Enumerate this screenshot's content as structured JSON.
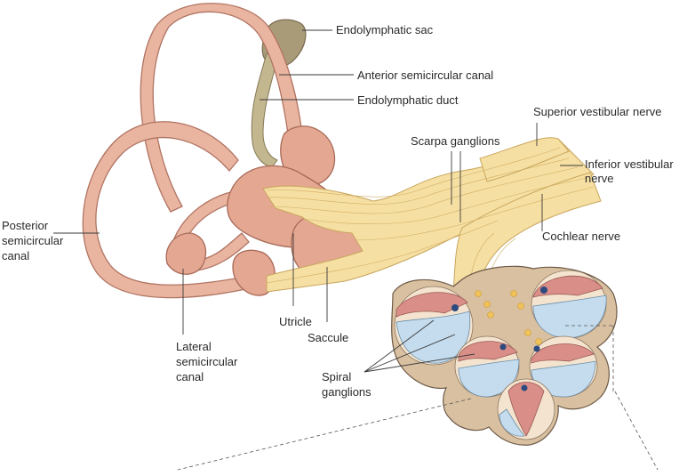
{
  "labels": {
    "endolymphatic_sac": "Endolymphatic sac",
    "anterior_canal": "Anterior semicircular canal",
    "endolymphatic_duct": "Endolymphatic duct",
    "superior_vestibular_nerve": "Superior vestibular nerve",
    "scarpa_ganglions": "Scarpa ganglions",
    "inferior_vestibular_nerve": [
      "Inferior vestibular",
      "nerve"
    ],
    "cochlear_nerve": "Cochlear nerve",
    "posterior_canal": [
      "Posterior",
      "semicircular",
      "canal"
    ],
    "utricle": "Utricle",
    "saccule": "Saccule",
    "lateral_canal": [
      "Lateral",
      "semicircular",
      "canal"
    ],
    "spiral_ganglions": [
      "Spiral",
      "ganglions"
    ]
  },
  "colors": {
    "canal": "#e9b5a0",
    "vestibule": "#e4a792",
    "nerve": "#f6dfa2",
    "sac": "#a99a78",
    "cochlea_blue": "#c4dcee",
    "cochlea_pink": "#d98f88",
    "ganglion_dot": "#f2c25a"
  }
}
